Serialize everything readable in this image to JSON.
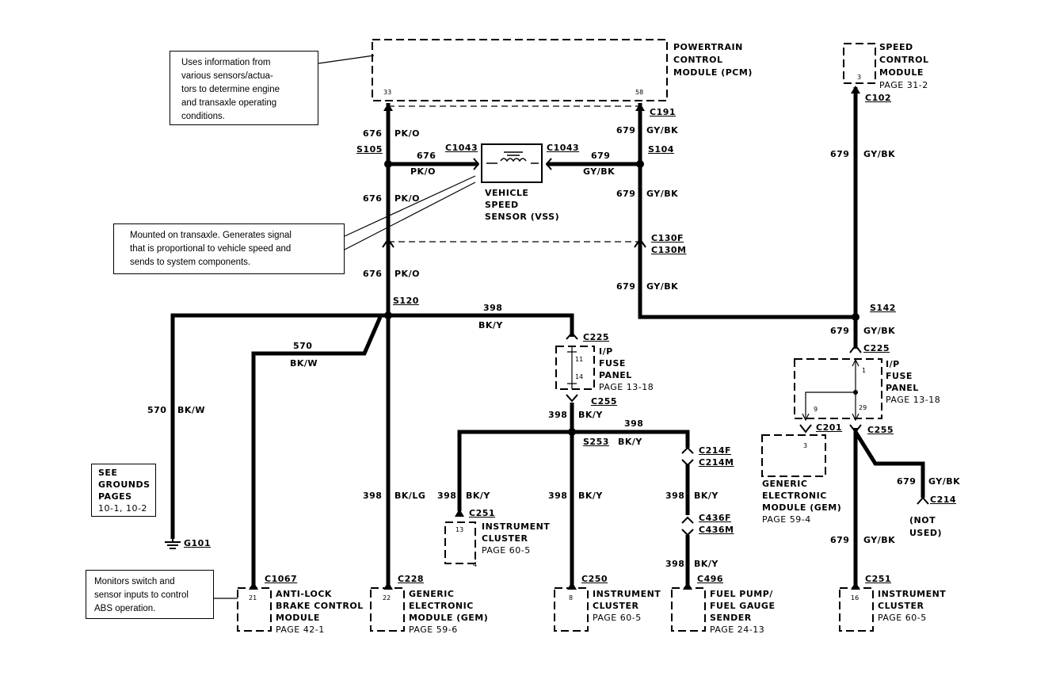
{
  "notes": {
    "pcm": [
      "Uses information from",
      "various sensors/actua-",
      "tors to determine engine",
      "and transaxle operating",
      "conditions."
    ],
    "vss": [
      "Mounted on transaxle. Generates signal",
      "that is proportional to vehicle speed and",
      "sends to system components."
    ],
    "abs": [
      "Monitors switch and",
      "sensor inputs to control",
      "ABS operation."
    ]
  },
  "components": {
    "pcm": [
      "POWERTRAIN",
      "CONTROL",
      "MODULE (PCM)"
    ],
    "scm": [
      "SPEED",
      "CONTROL",
      "MODULE",
      "PAGE 31-2"
    ],
    "vss": [
      "VEHICLE",
      "SPEED",
      "SENSOR (VSS)"
    ],
    "ip_fuse_left": [
      "I/P",
      "FUSE",
      "PANEL",
      "PAGE 13-18"
    ],
    "ip_fuse_right": [
      "I/P",
      "FUSE",
      "PANEL",
      "PAGE 13-18"
    ],
    "grounds": [
      "SEE",
      "GROUNDS",
      "PAGES",
      "10-1, 10-2"
    ],
    "abs": [
      "ANTI-LOCK",
      "BRAKE CONTROL",
      "MODULE",
      "PAGE 42-1"
    ],
    "gem_bottom": [
      "GENERIC",
      "ELECTRONIC",
      "MODULE (GEM)",
      "PAGE 59-6"
    ],
    "ic_c251": [
      "INSTRUMENT",
      "CLUSTER",
      "PAGE 60-5"
    ],
    "ic_c250": [
      "INSTRUMENT",
      "CLUSTER",
      "PAGE 60-5"
    ],
    "fuel": [
      "FUEL PUMP/",
      "FUEL GAUGE",
      "SENDER",
      "PAGE 24-13"
    ],
    "gem_right": [
      "GENERIC",
      "ELECTRONIC",
      "MODULE (GEM)",
      "PAGE 59-4"
    ],
    "ic_right": [
      "INSTRUMENT",
      "CLUSTER",
      "PAGE 60-5"
    ],
    "not_used": [
      "(NOT",
      "USED)"
    ]
  },
  "connectors": {
    "c191": "C191",
    "c102": "C102",
    "c1043a": "C1043",
    "c1043b": "C1043",
    "c130f": "C130F",
    "c130m": "C130M",
    "c225a": "C225",
    "c255a": "C255",
    "c225b": "C225",
    "c201": "C201",
    "c255b": "C255",
    "c214f": "C214F",
    "c214m": "C214M",
    "c251a": "C251",
    "c436f": "C436F",
    "c436m": "C436M",
    "c214": "C214",
    "c1067": "C1067",
    "c228": "C228",
    "c250": "C250",
    "c496": "C496",
    "c251b": "C251"
  },
  "splices": {
    "s105": "S105",
    "s104": "S104",
    "s120": "S120",
    "s142": "S142",
    "s253": "S253"
  },
  "ground": "G101",
  "wires": {
    "w1": [
      "676",
      "PK/O"
    ],
    "w2": [
      "679",
      "GY/BK"
    ],
    "w3": [
      "679",
      "GY/BK"
    ],
    "w4a": "676",
    "w4b": "PK/O",
    "w5a": "679",
    "w5b": "GY/BK",
    "w6": [
      "676",
      "PK/O"
    ],
    "w7": [
      "679",
      "GY/BK"
    ],
    "w8": [
      "676",
      "PK/O"
    ],
    "w9": [
      "679",
      "GY/BK"
    ],
    "w10a": "398",
    "w10b": "BK/Y",
    "w11a": "570",
    "w11b": "BK/W",
    "w12": [
      "679",
      "GY/BK"
    ],
    "w13": [
      "398",
      "BK/Y"
    ],
    "w14a": "398",
    "w14b": "BK/Y",
    "w15": [
      "570",
      "BK/W"
    ],
    "w16": [
      "398",
      "BK/LG"
    ],
    "w17": [
      "398",
      "BK/Y"
    ],
    "w18": [
      "398",
      "BK/Y"
    ],
    "w19": [
      "398",
      "BK/Y"
    ],
    "w20": [
      "679",
      "GY/BK"
    ],
    "w21": [
      "398",
      "BK/Y"
    ],
    "w22": [
      "679",
      "GY/BK"
    ]
  },
  "pins": {
    "p1": "33",
    "p2": "58",
    "p3": "3",
    "p4": "11",
    "p5": "14",
    "p6": "1",
    "p7": "9",
    "p8": "29",
    "p9": "3",
    "p10": "13",
    "p11": "4",
    "p12": "21",
    "p13": "22",
    "p14": "8",
    "p15": "16"
  }
}
